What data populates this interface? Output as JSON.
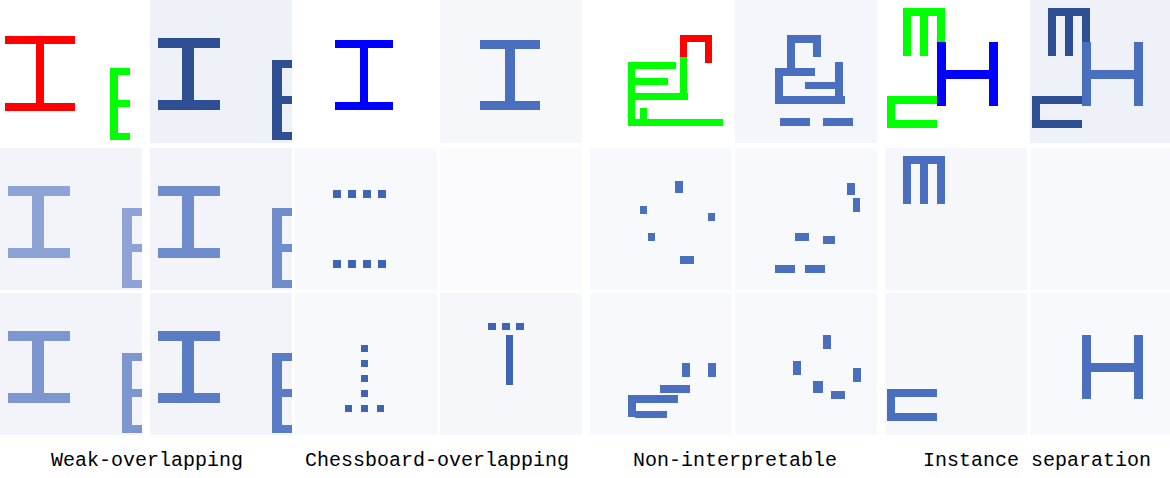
{
  "diagram": {
    "labels": [
      "Weak-overlapping",
      "Chessboard-overlapping",
      "Non-interpretable",
      "Instance separation"
    ]
  }
}
